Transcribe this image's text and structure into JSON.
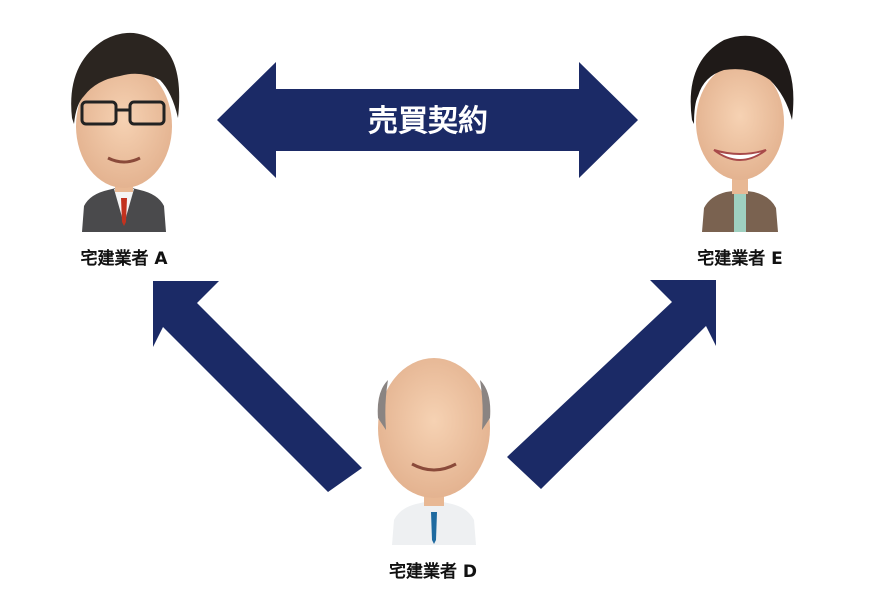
{
  "contract_label": "売買契約",
  "agents": {
    "a": {
      "label": "宅建業者 A"
    },
    "e": {
      "label": "宅建業者 E"
    },
    "d": {
      "label": "宅建業者 D"
    }
  },
  "colors": {
    "arrow": "#1b2a66",
    "arrow_text": "#ffffff"
  }
}
